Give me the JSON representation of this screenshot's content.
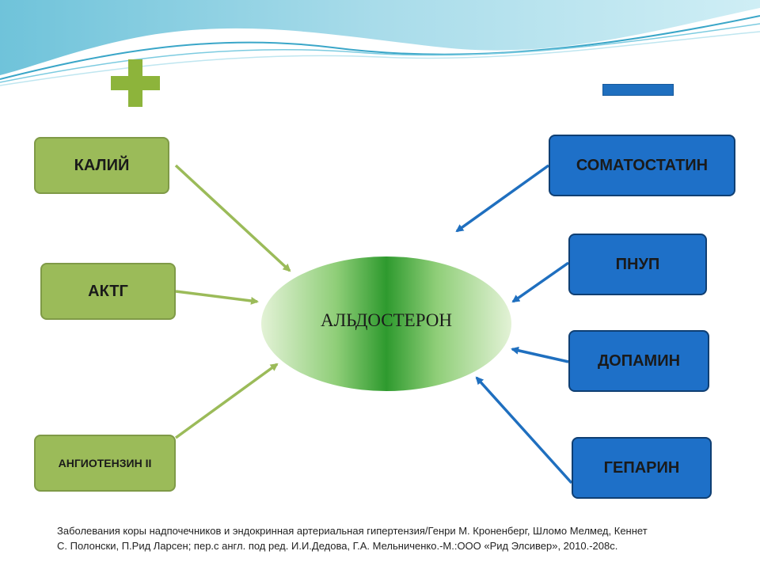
{
  "signs": {
    "positive": "plus",
    "negative": "minus"
  },
  "center": {
    "label": "АЛЬДОСТЕРОН"
  },
  "stimulators": [
    {
      "label": "КАЛИЙ"
    },
    {
      "label": "АКТГ"
    },
    {
      "label": "АНГИОТЕНЗИН II"
    }
  ],
  "inhibitors": [
    {
      "label": "СОМАТОСТАТИН"
    },
    {
      "label": "ПНУП"
    },
    {
      "label": "ДОПАМИН"
    },
    {
      "label": "ГЕПАРИН"
    }
  ],
  "reference": {
    "line1": "Заболевания коры надпочечников и эндокринная артериальная гипертензия/Генри М. Кроненберг, Шломо Мелмед, Кеннет",
    "line2": "С. Полонски, П.Рид Ларсен; пер.с англ. под ред. И.И.Дедова, Г.А. Мельниченко.-М.:ООО «Рид Элсивер», 2010.-208с."
  },
  "colors": {
    "green": "#9bbb59",
    "blue": "#1e70c8",
    "plus": "#8db43b",
    "arrow_green": "#9bbb59",
    "arrow_blue": "#1f6fbf"
  }
}
